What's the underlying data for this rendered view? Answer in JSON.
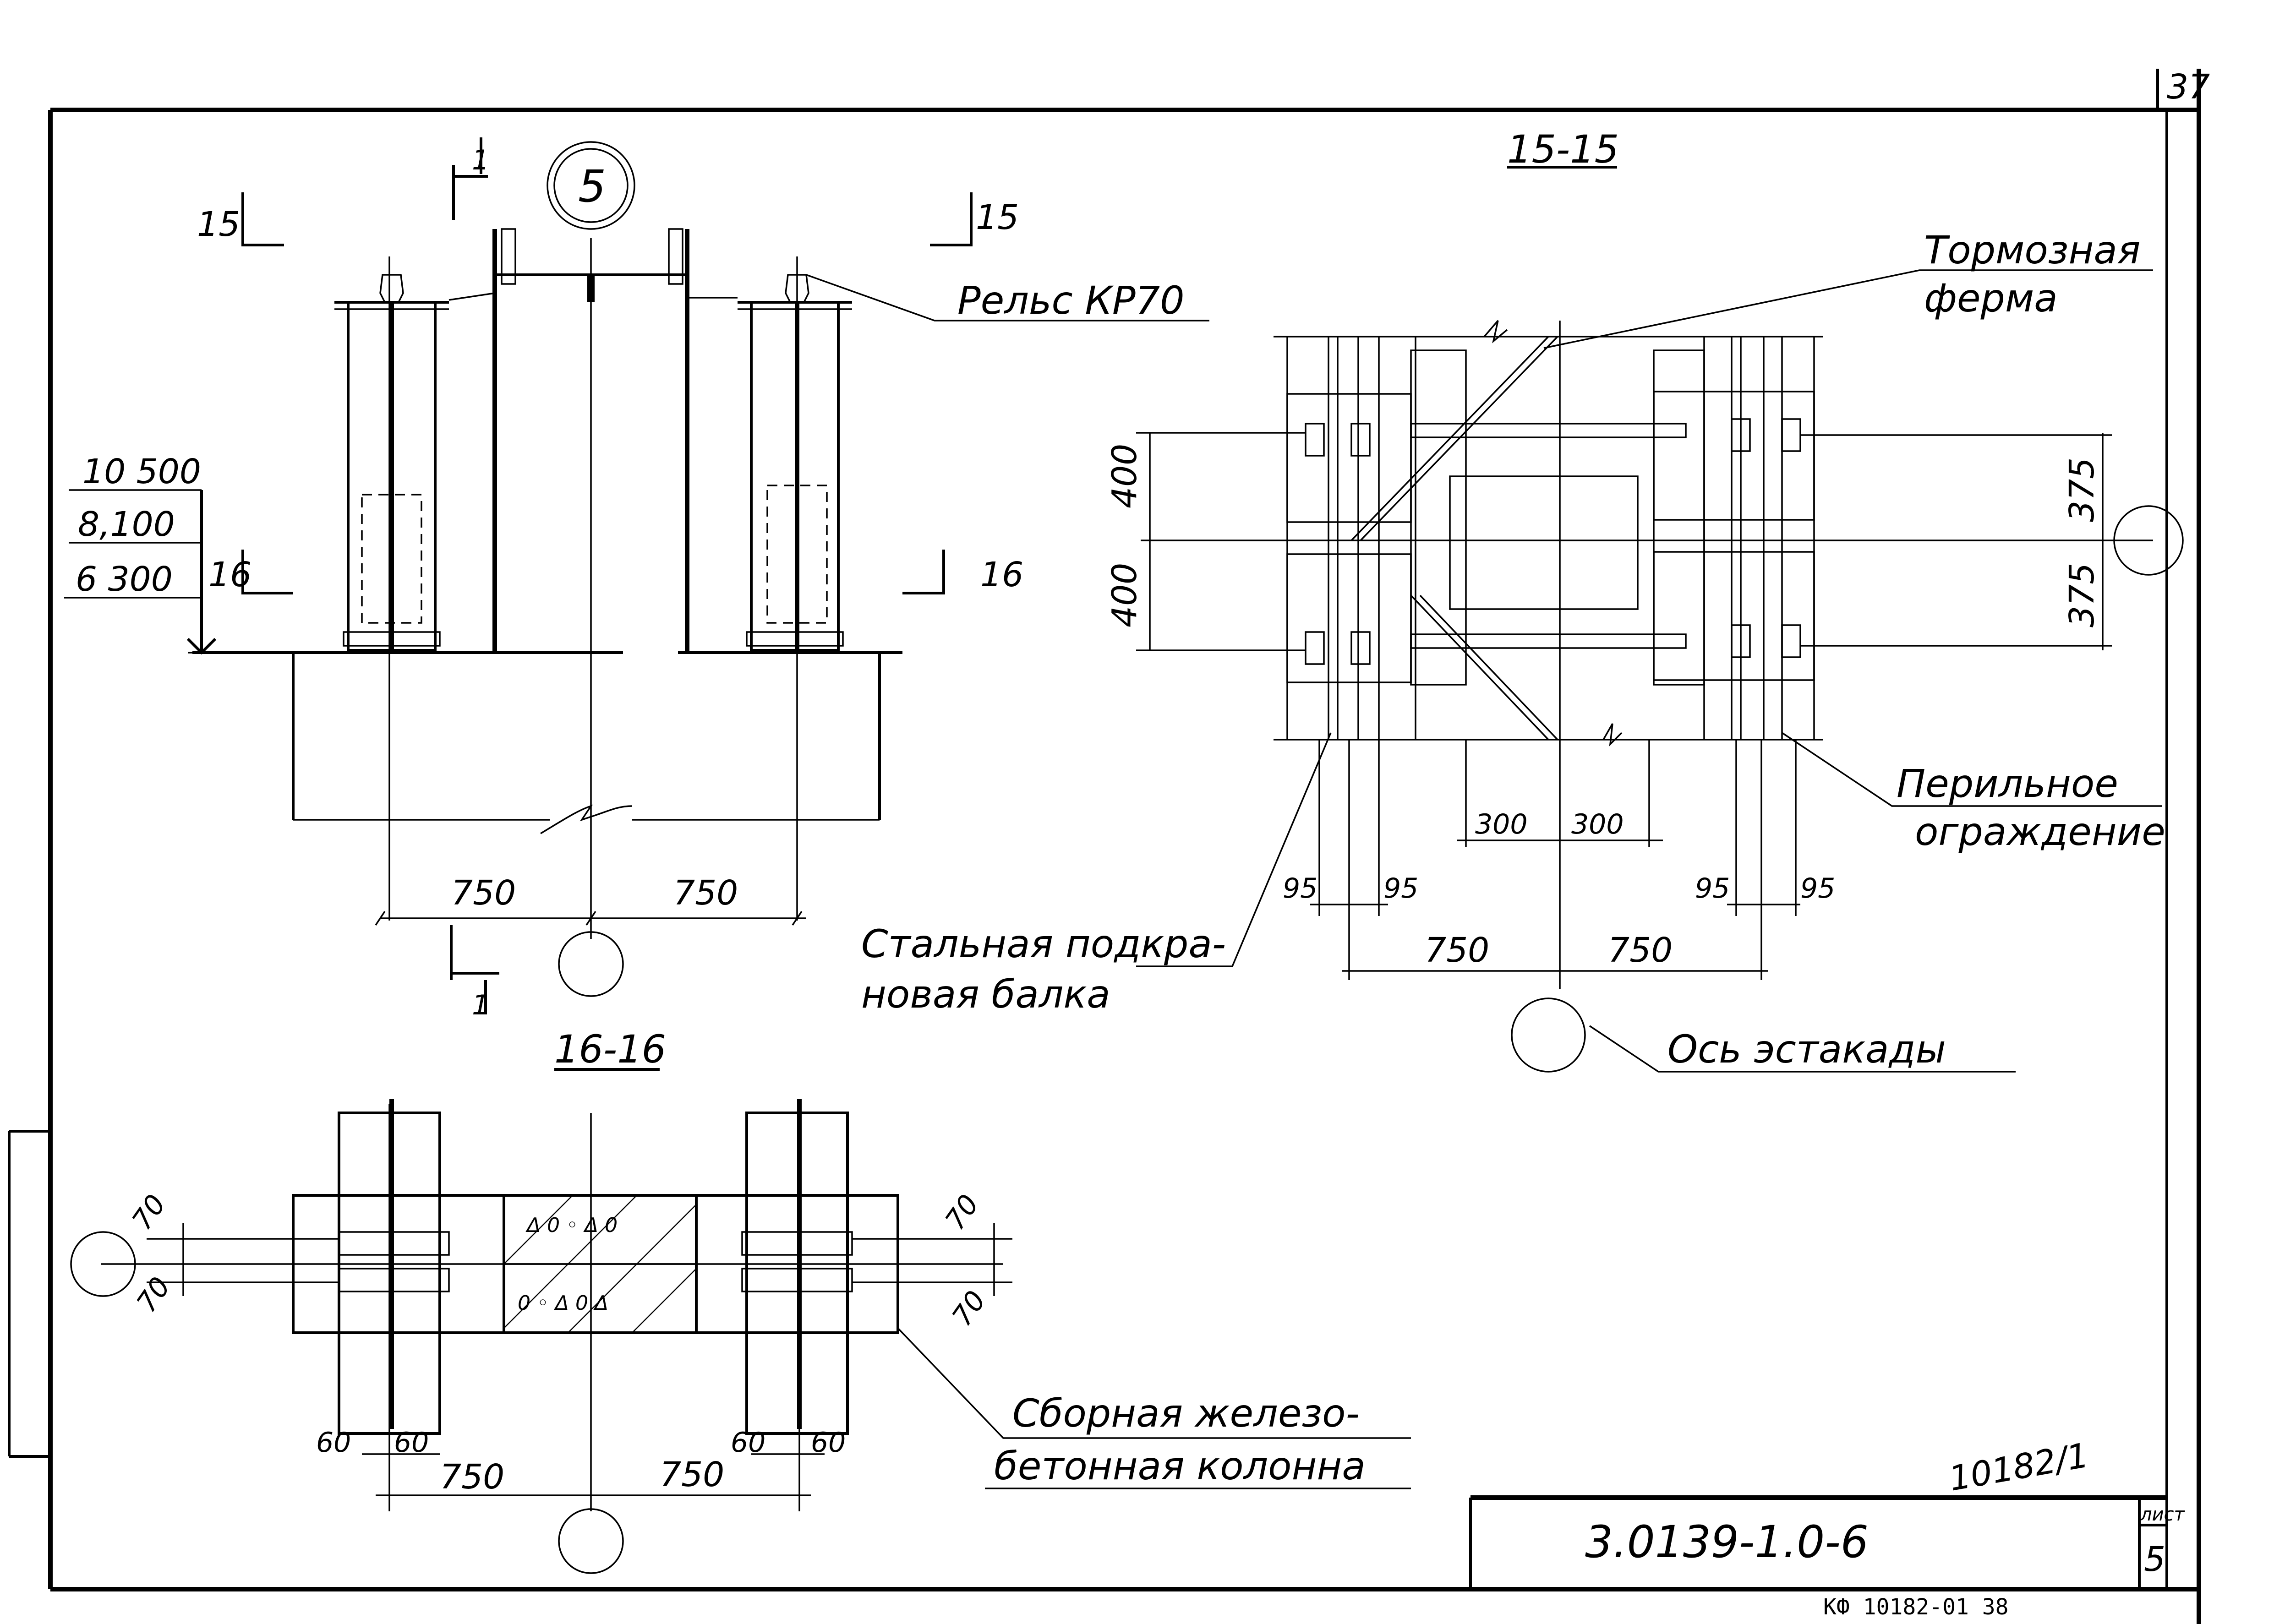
{
  "sheet": {
    "page_number_top": "37",
    "drawing_code": "3.0139-1.0-6",
    "sheet_label": "лист",
    "sheet_number": "5",
    "archive_note": "10182/1",
    "footer_stamp": "КФ   10182-01   38"
  },
  "node_marker": {
    "number": "5"
  },
  "section_marks": {
    "mark_15_left": "15",
    "mark_15_right": "15",
    "mark_16_left": "16",
    "mark_16_right": "16",
    "mark_1_top": "1",
    "mark_1_bottom": "1"
  },
  "elevation_view": {
    "levels": [
      "10 500",
      "8,100",
      "6 300"
    ],
    "dims": [
      "750",
      "750"
    ],
    "callout_rail": "Рельс КР70"
  },
  "section_15_15": {
    "title": "15-15",
    "dims_vertical_left": [
      "400",
      "400"
    ],
    "dims_vertical_right": [
      "375",
      "375"
    ],
    "dims_inner": [
      "300",
      "300"
    ],
    "dims_flange": [
      "95",
      "95",
      "95",
      "95"
    ],
    "dims_axis": [
      "750",
      "750"
    ],
    "callouts": {
      "brake_truss_line1": "Тормозная",
      "brake_truss_line2": "ферма",
      "railing_line1": "Перильное",
      "railing_line2": "ограждение",
      "crane_beam_line1": "Стальная подкра-",
      "crane_beam_line2": "новая балка",
      "trestle_axis": "Ось эстакады"
    }
  },
  "section_16_16": {
    "title": "16-16",
    "dims_vertical_left": [
      "70",
      "70"
    ],
    "dims_vertical_right": [
      "70",
      "70"
    ],
    "dims_bolt": [
      "60",
      "60",
      "60",
      "60"
    ],
    "dims_axis": [
      "750",
      "750"
    ],
    "callouts": {
      "column_line1": "Сборная железо-",
      "column_line2": "бетонная колонна"
    }
  }
}
